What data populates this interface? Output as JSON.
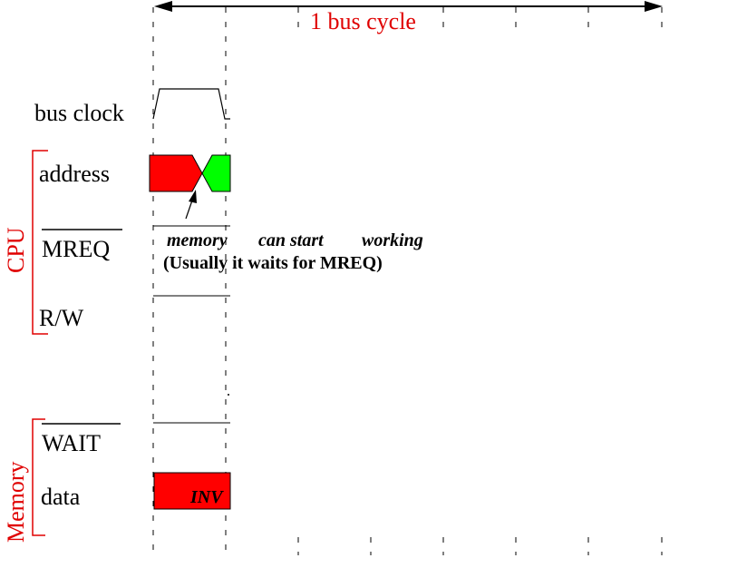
{
  "title": "1 bus cycle",
  "colors": {
    "red_accent": "#e00000",
    "signal_red": "#ff0000",
    "signal_green": "#00ff00",
    "ink": "#000000"
  },
  "groups": {
    "cpu": "CPU",
    "memory": "Memory"
  },
  "signals": {
    "bus_clock": "bus clock",
    "address": "address",
    "mreq": "MREQ",
    "rw": "R/W",
    "wait": "WAIT",
    "data": "data"
  },
  "annotations": {
    "line1_a": "memory",
    "line1_b": "can start",
    "line1_c": "working",
    "line2": "(Usually it waits for MREQ)",
    "data_label": "INV"
  }
}
